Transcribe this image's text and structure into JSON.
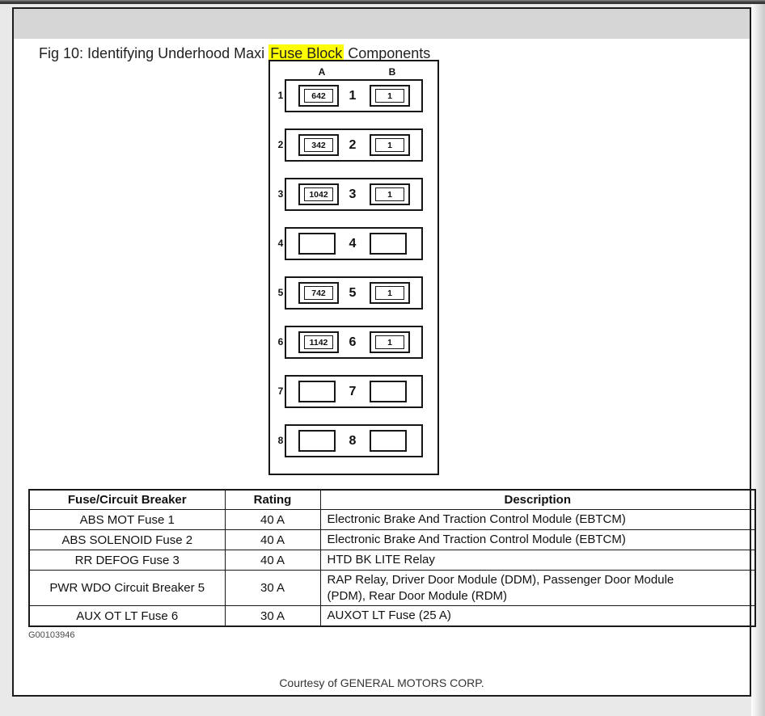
{
  "title": {
    "prefix": "Fig 10: Identifying Underhood Maxi ",
    "highlight": "Fuse Block",
    "suffix": " Components",
    "highlight_color": "#ffff00"
  },
  "diagram": {
    "column_labels": {
      "a": "A",
      "b": "B"
    },
    "rows": [
      {
        "number": "1",
        "fuse_a": "642",
        "fuse_b": "1"
      },
      {
        "number": "2",
        "fuse_a": "342",
        "fuse_b": "1"
      },
      {
        "number": "3",
        "fuse_a": "1042",
        "fuse_b": "1"
      },
      {
        "number": "4",
        "fuse_a": "",
        "fuse_b": ""
      },
      {
        "number": "5",
        "fuse_a": "742",
        "fuse_b": "1"
      },
      {
        "number": "6",
        "fuse_a": "1142",
        "fuse_b": "1"
      },
      {
        "number": "7",
        "fuse_a": "",
        "fuse_b": ""
      },
      {
        "number": "8",
        "fuse_a": "",
        "fuse_b": ""
      }
    ]
  },
  "table": {
    "headers": [
      "Fuse/Circuit Breaker",
      "Rating",
      "Description"
    ],
    "rows": [
      {
        "fuse": "ABS MOT Fuse 1",
        "rating": "40 A",
        "description": "Electronic Brake And Traction Control Module (EBTCM)"
      },
      {
        "fuse": "ABS SOLENOID Fuse 2",
        "rating": "40 A",
        "description": "Electronic Brake And Traction Control Module (EBTCM)"
      },
      {
        "fuse": "RR DEFOG Fuse 3",
        "rating": "40 A",
        "description": "HTD BK LITE Relay"
      },
      {
        "fuse": "PWR WDO Circuit Breaker 5",
        "rating": "30 A",
        "description": "RAP Relay, Driver Door Module (DDM), Passenger Door Module (PDM), Rear Door Module (RDM)"
      },
      {
        "fuse": "AUX OT LT Fuse 6",
        "rating": "30 A",
        "description": "AUXOT LT Fuse (25 A)"
      }
    ]
  },
  "footer": {
    "figure_id": "G00103946",
    "courtesy": "Courtesy of GENERAL MOTORS CORP."
  }
}
